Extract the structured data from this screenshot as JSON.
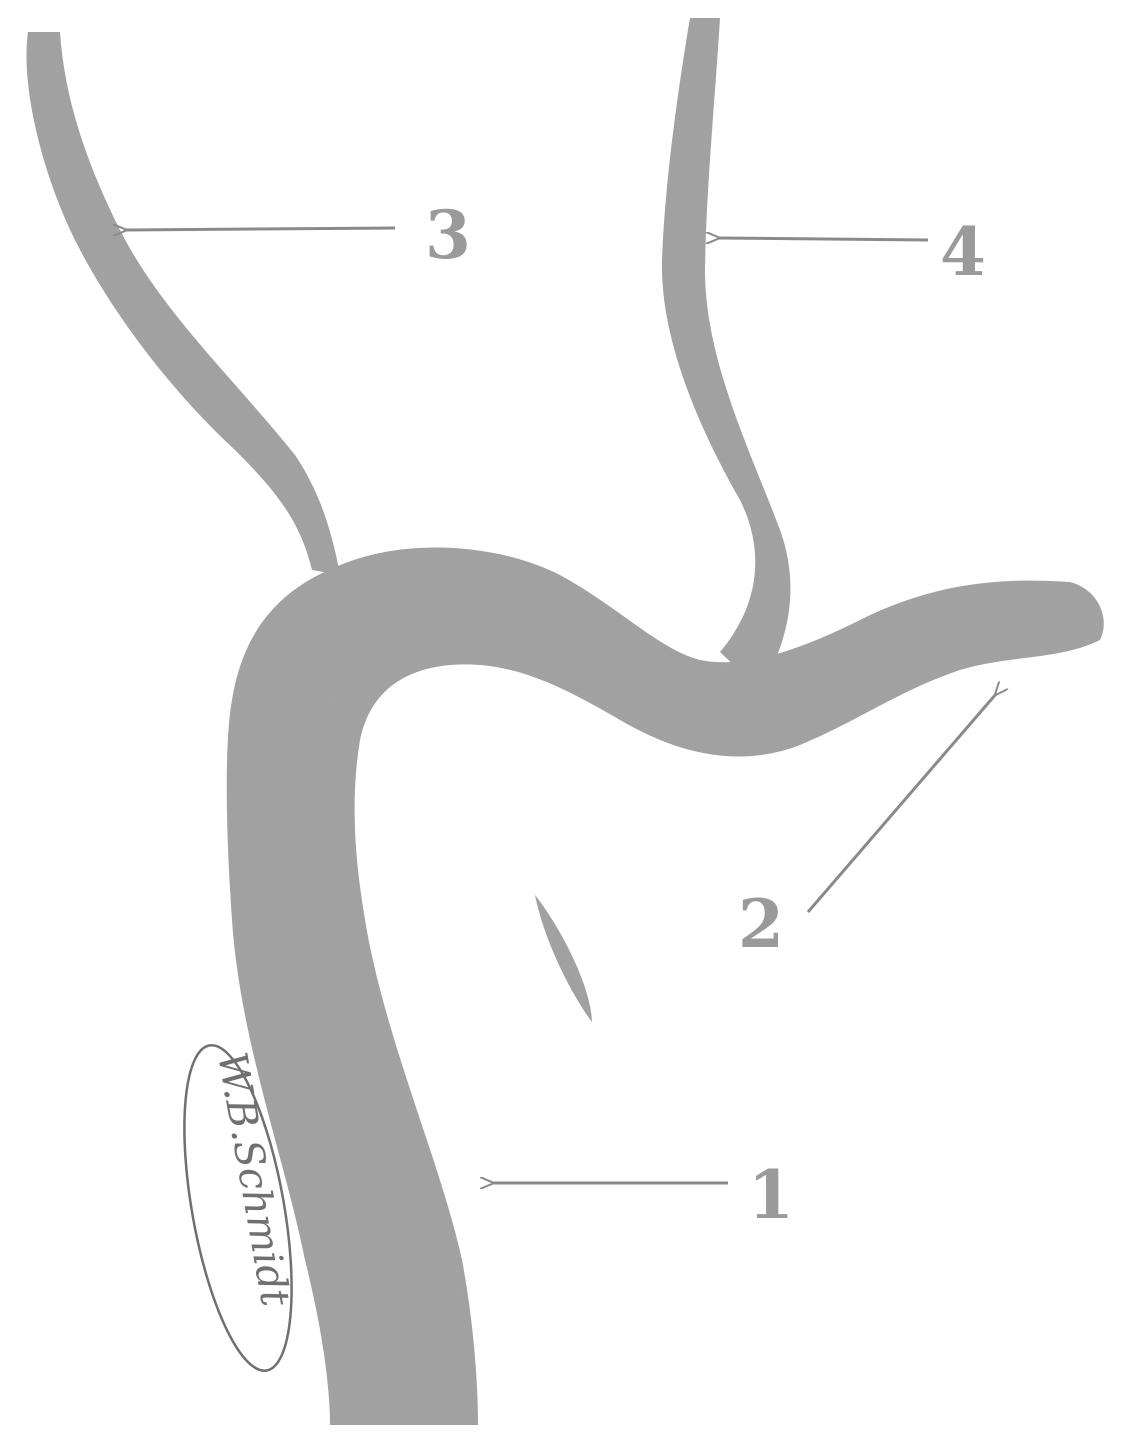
{
  "diagram": {
    "labels": [
      {
        "id": "label-1",
        "text": "1"
      },
      {
        "id": "label-2",
        "text": "2"
      },
      {
        "id": "label-3",
        "text": "3"
      },
      {
        "id": "label-4",
        "text": "4"
      }
    ],
    "signature": "W.B.Schmidt",
    "colors": {
      "vessel": "#a2a2a2",
      "vessel_stipple": "#6e6e6e",
      "arrow": "#8a8a8a",
      "label": "#9a9a9a",
      "signature": "#707070",
      "background": "#ffffff"
    }
  }
}
